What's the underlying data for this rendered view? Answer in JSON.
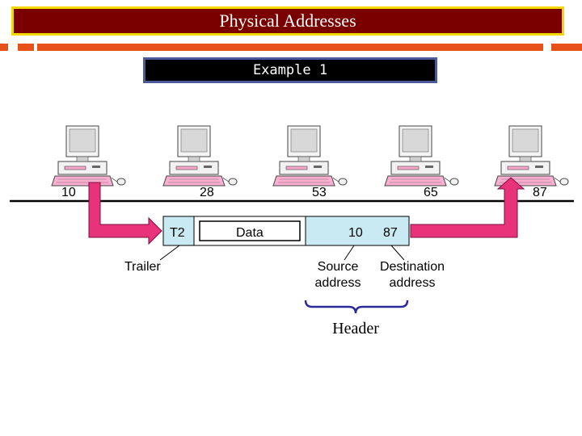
{
  "title": "Physical Addresses",
  "example_label": "Example 1",
  "stations": [
    {
      "address": "10"
    },
    {
      "address": "28"
    },
    {
      "address": "53"
    },
    {
      "address": "65"
    },
    {
      "address": "87"
    }
  ],
  "frame": {
    "trailer_field": "T2",
    "data_field": "Data",
    "source_field": "10",
    "destination_field": "87"
  },
  "labels": {
    "trailer": "Trailer",
    "source_line1": "Source",
    "source_line2": "address",
    "destination_line1": "Destination",
    "destination_line2": "address",
    "header": "Header"
  },
  "colors": {
    "title_bg": "#7a0000",
    "title_border": "#f5d800",
    "accent": "#e8501a",
    "arrow": "#e8327a",
    "header_bg": "#c9eaf2",
    "brace": "#2a2a9a"
  }
}
